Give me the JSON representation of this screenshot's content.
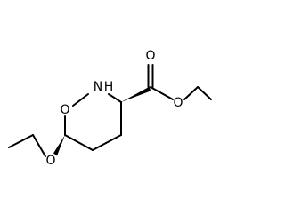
{
  "molecule": {
    "atoms": {
      "ring_n_label": "N",
      "ring_n_h_label": "H",
      "ring_o_label": "O",
      "carbonyl_o_label": "O",
      "ester_o_label": "O",
      "ethoxy_o_label": "O"
    },
    "colors": {
      "bond": "#000000",
      "label": "#000000",
      "background": "#ffffff"
    }
  }
}
